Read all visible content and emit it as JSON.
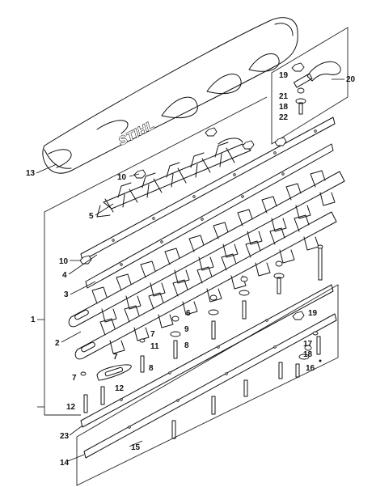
{
  "brand_text": "STIHL",
  "callouts": {
    "c1": "1",
    "c2": "2",
    "c3": "3",
    "c4": "4",
    "c5": "5",
    "c6": "6",
    "c7a": "7",
    "c7b": "7",
    "c7c": "7",
    "c8a": "8",
    "c8b": "8",
    "c9": "9",
    "c10a": "10",
    "c10b": "10",
    "c11": "11",
    "c12a": "12",
    "c12b": "12",
    "c13": "13",
    "c14": "14",
    "c15": "15",
    "c16": "16",
    "c17": "17",
    "c18a": "18",
    "c18b": "18",
    "c19a": "19",
    "c19b": "19",
    "c20": "20",
    "c21": "21",
    "c22": "22",
    "c23": "23"
  }
}
